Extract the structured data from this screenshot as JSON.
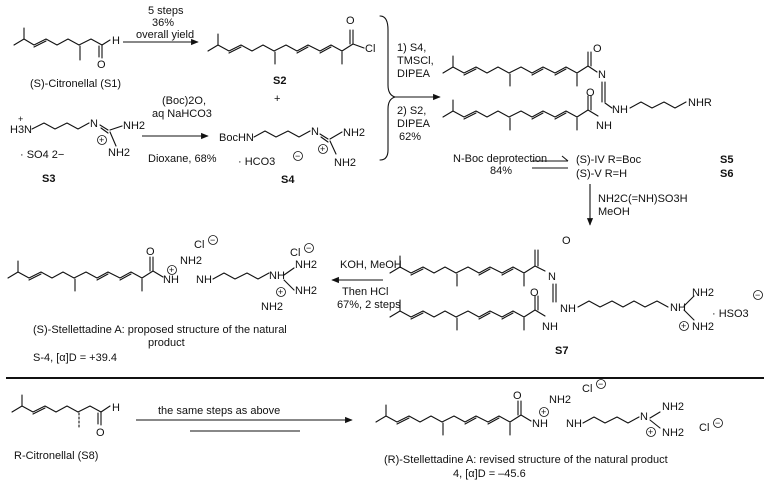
{
  "top": {
    "s1_label": "(S)-Citronellal (S1)",
    "arrow1_line1": "5 steps",
    "arrow1_line2": "36%",
    "arrow1_line3": "overall yield",
    "s2_label": "S2",
    "plus": "+",
    "s3_label": "S3",
    "s3_counterion": "· SO4 2−",
    "arrow2_line1": "(Boc)2O,",
    "arrow2_line2": "aq NaHCO3",
    "arrow2_line3": "Dioxane, 68%",
    "s4_label": "S4",
    "s4_counterion": "· HCO3",
    "cond_a_line1": "1) S4,",
    "cond_a_line2": "TMSCl,",
    "cond_a_line3": "DIPEA",
    "cond_b_line1": "2) S2,",
    "cond_b_line2": "DIPEA",
    "cond_b_line3": "62%",
    "deprot_line1": "N-Boc deprotection",
    "deprot_line2": "84%",
    "s5_text": "(S)-IV R=Boc",
    "s5_label": "S5",
    "s6_text": "(S)-V R=H",
    "s6_label": "S6",
    "down_line1": "NH2C(=NH)SO3H",
    "down_line2": "MeOH",
    "nhr": "NHR"
  },
  "middle": {
    "left_arrow_line1": "KOH, MeOH",
    "left_arrow_line2": "Then HCl",
    "left_arrow_line3": "67%, 2 steps",
    "s7_label": "S7",
    "hso3": "· HSO3",
    "product_caption_line1": "(S)-Stellettadine A: proposed structure of the natural",
    "product_caption_line2": "product",
    "product_rotation": "S-4, [α]D = +39.4"
  },
  "bottom": {
    "s8_label": "R-Citronellal (S8)",
    "arrow_text": "the same steps as above",
    "product_caption": "(R)-Stellettadine A: revised structure of the natural product",
    "product_rotation": "4, [α]D = –45.6"
  },
  "atoms": {
    "H": "H",
    "O": "O",
    "Cl": "Cl",
    "N": "N",
    "NH": "NH",
    "NH2": "NH2",
    "H3N": "H3N",
    "BocHN": "BocHN",
    "plus": "+",
    "minus": "−"
  }
}
